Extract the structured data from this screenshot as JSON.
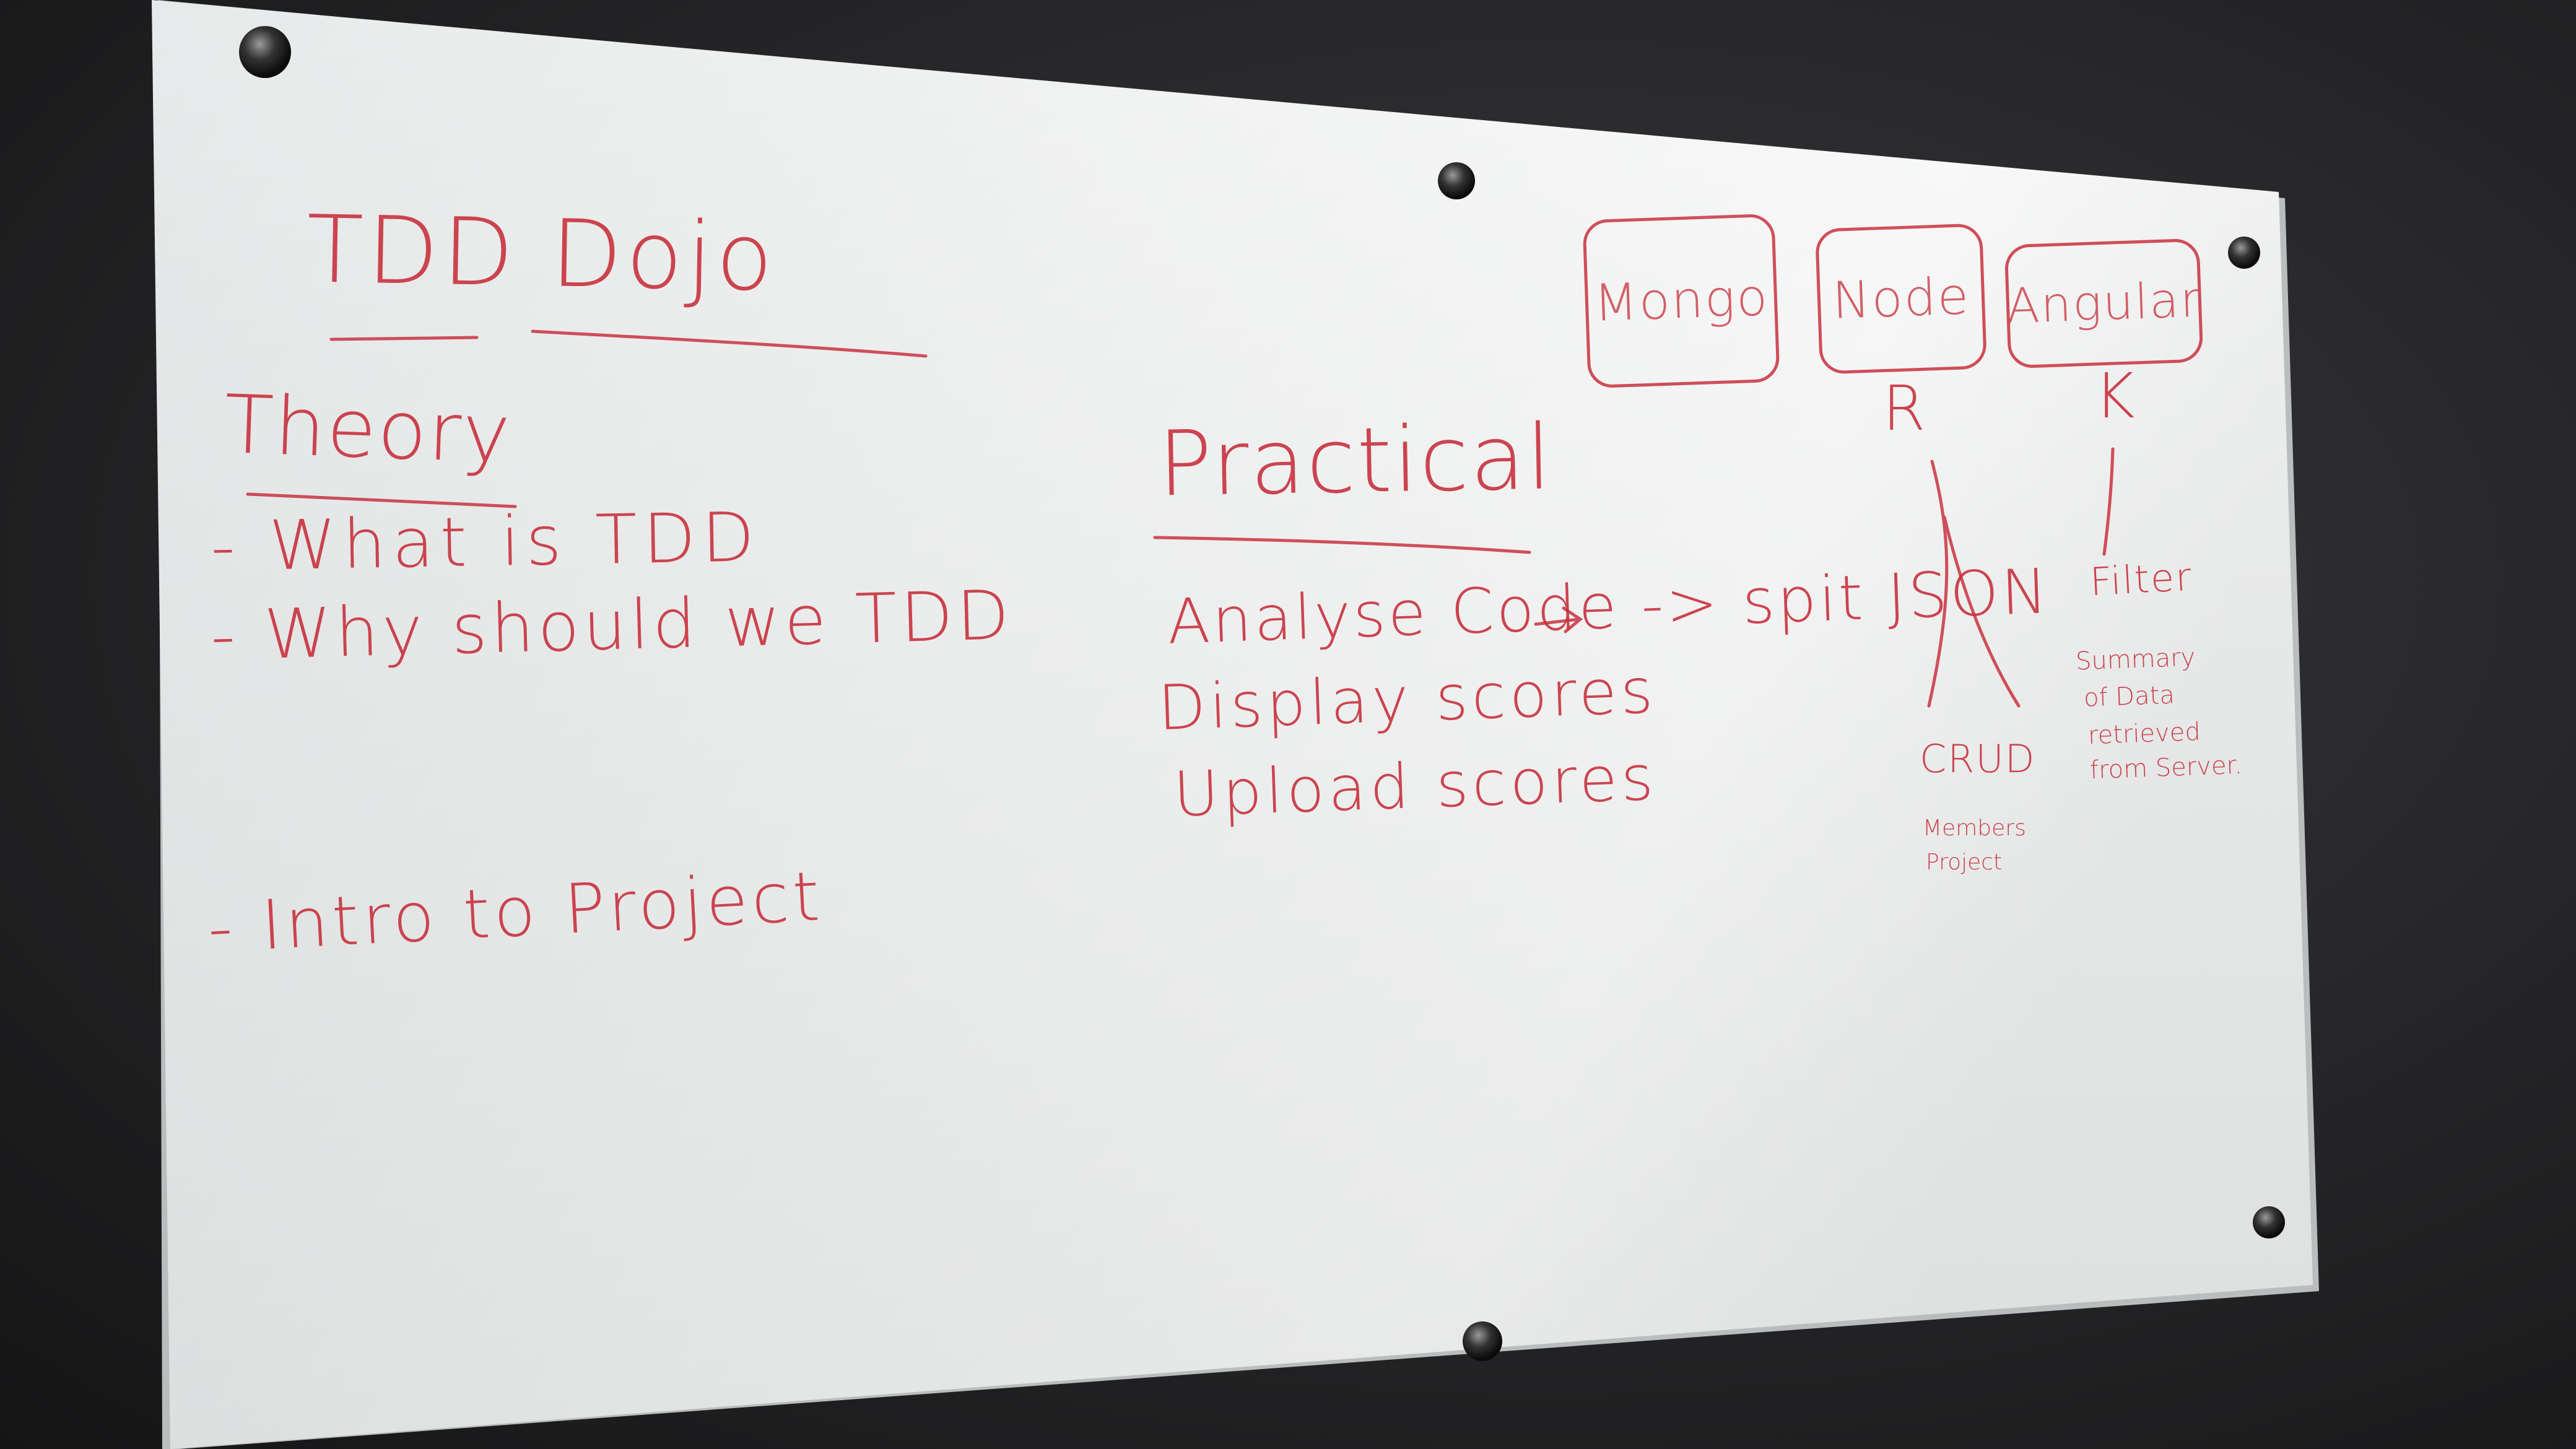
{
  "whiteboard": {
    "title": "TDD Dojo",
    "theory": {
      "heading": "Theory",
      "items": [
        "- What is TDD",
        "- Why should we TDD",
        "- Intro to Project"
      ]
    },
    "practical": {
      "heading": "Practical",
      "items": [
        "Analyse Code -> spit JSON",
        "Display scores",
        "Upload scores"
      ]
    },
    "stack": {
      "boxes": [
        "Mongo",
        "Node",
        "Angular"
      ],
      "node_label": "R",
      "angular_label": "K",
      "node_branch": {
        "title": "CRUD",
        "lines": [
          "Members",
          "Project"
        ]
      },
      "angular_branch": {
        "title": "Filter",
        "lines": [
          "Summary",
          "of Data",
          "retrieved",
          "from Server."
        ]
      }
    },
    "ink_color": "#c8323f"
  }
}
